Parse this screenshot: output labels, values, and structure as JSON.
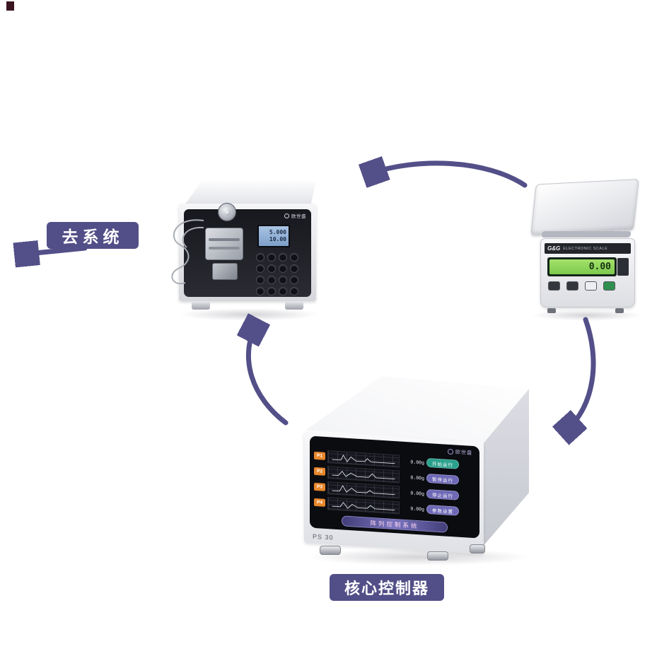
{
  "labels": {
    "to_system": "去系统",
    "core_controller": "核心控制器"
  },
  "colors": {
    "accent": "#534f88",
    "channel_badge": "#e8872b"
  },
  "pump": {
    "brand": "欧世盛",
    "screen": {
      "value1": "5.000",
      "value2": "10.00"
    }
  },
  "scale": {
    "brand": "G&G",
    "subtitle": "ELECTRONIC SCALE",
    "display": "0.00"
  },
  "controller": {
    "model": "PS 30",
    "brand": "欧世盛",
    "footer": "阵列控制系统",
    "channels": [
      {
        "id": "P1",
        "value": "0.00g"
      },
      {
        "id": "P2",
        "value": "0.00g"
      },
      {
        "id": "P3",
        "value": "0.00g"
      },
      {
        "id": "P4",
        "value": "0.00g"
      }
    ],
    "buttons": [
      "开始运行",
      "暂停运行",
      "停止运行",
      "参数设置"
    ]
  }
}
